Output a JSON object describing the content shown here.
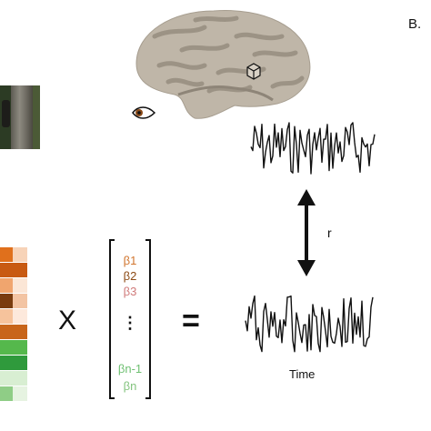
{
  "panel_label": "B.",
  "corr_label": "r",
  "time_label": "Time",
  "operator_times": "X",
  "operator_equals": "=",
  "betas": [
    {
      "text": "β1",
      "color": "#d1752e"
    },
    {
      "text": "β2",
      "color": "#8c4a14"
    },
    {
      "text": "β3",
      "color": "#d07a7a"
    },
    {
      "text": "⋮",
      "color": "#111111"
    },
    {
      "text": "βn-1",
      "color": "#6fc072"
    },
    {
      "text": "βn",
      "color": "#84c47f"
    }
  ],
  "matrix_rows": [
    [
      "#e0701c",
      "#f7d3b8"
    ],
    [
      "#c85a12",
      "#c85a12"
    ],
    [
      "#f0a56e",
      "#fbe6d6"
    ],
    [
      "#7a3c0f",
      "#f3c4a3"
    ],
    [
      "#f6c39c",
      "#fde9dc"
    ],
    [
      "#c8651a",
      "#c8651a"
    ],
    [
      "#55b84c",
      "#55b84c"
    ],
    [
      "#2f9a3c",
      "#2f9a3c"
    ],
    [
      "#d8eed2",
      "#d8eed2"
    ],
    [
      "#8fcd86",
      "#e6f3e1"
    ]
  ]
}
